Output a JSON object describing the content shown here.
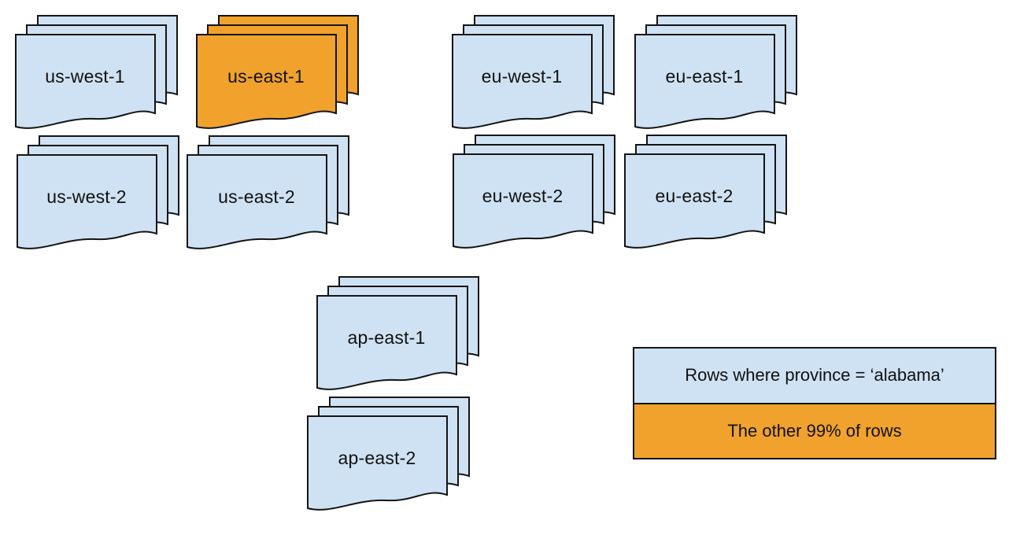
{
  "colors": {
    "doc_blue": "#cfe2f3",
    "highlight_orange": "#f0a22d",
    "outline": "#141414",
    "background": "#ffffff",
    "text": "#111111"
  },
  "stacks": [
    {
      "label": "us-west-1",
      "variant": "blue"
    },
    {
      "label": "us-east-1",
      "variant": "orange"
    },
    {
      "label": "eu-west-1",
      "variant": "blue"
    },
    {
      "label": "eu-east-1",
      "variant": "blue"
    },
    {
      "label": "us-west-2",
      "variant": "blue"
    },
    {
      "label": "us-east-2",
      "variant": "blue"
    },
    {
      "label": "eu-west-2",
      "variant": "blue"
    },
    {
      "label": "eu-east-2",
      "variant": "blue"
    },
    {
      "label": "ap-east-1",
      "variant": "blue"
    },
    {
      "label": "ap-east-2",
      "variant": "blue"
    }
  ],
  "legend": {
    "rows": [
      {
        "label": "Rows where province = ‘alabama’",
        "color": "doc_blue"
      },
      {
        "label": "The other 99% of rows",
        "color": "highlight_orange"
      }
    ]
  }
}
